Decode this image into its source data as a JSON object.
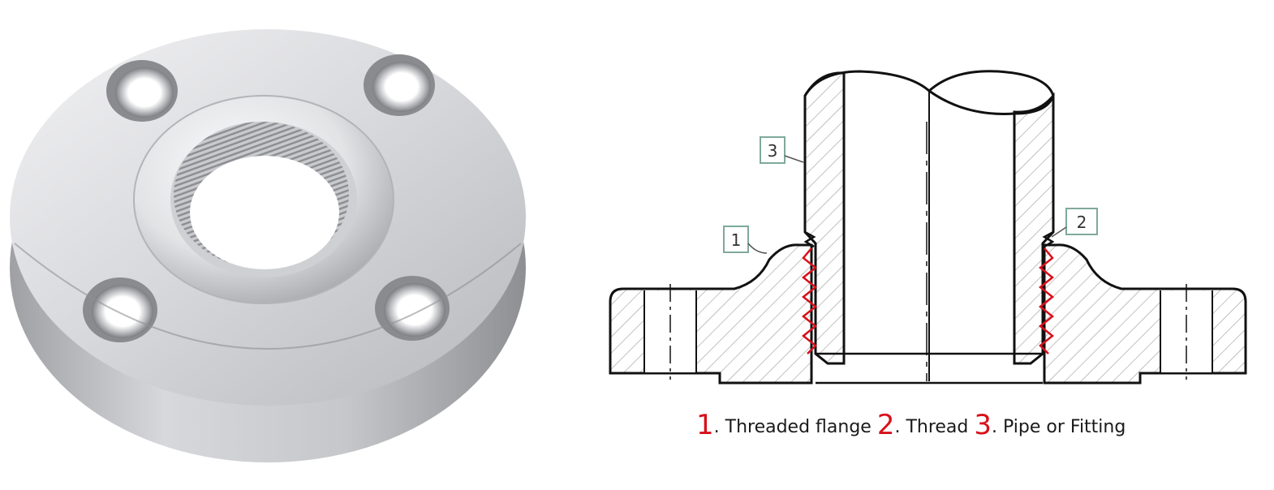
{
  "photo": {
    "subject": "threaded flange photograph"
  },
  "diagram": {
    "callouts": [
      {
        "number": "1"
      },
      {
        "number": "2"
      },
      {
        "number": "3"
      }
    ],
    "colors": {
      "outline": "#111111",
      "hatch": "#9a9a9a",
      "thread": "#d8101a",
      "callout_border": "#7fa99b"
    }
  },
  "caption": {
    "items": [
      {
        "number": "1",
        "text": ". Threaded flange "
      },
      {
        "number": "2",
        "text": ". Thread "
      },
      {
        "number": "3",
        "text": ". Pipe or Fitting"
      }
    ]
  }
}
